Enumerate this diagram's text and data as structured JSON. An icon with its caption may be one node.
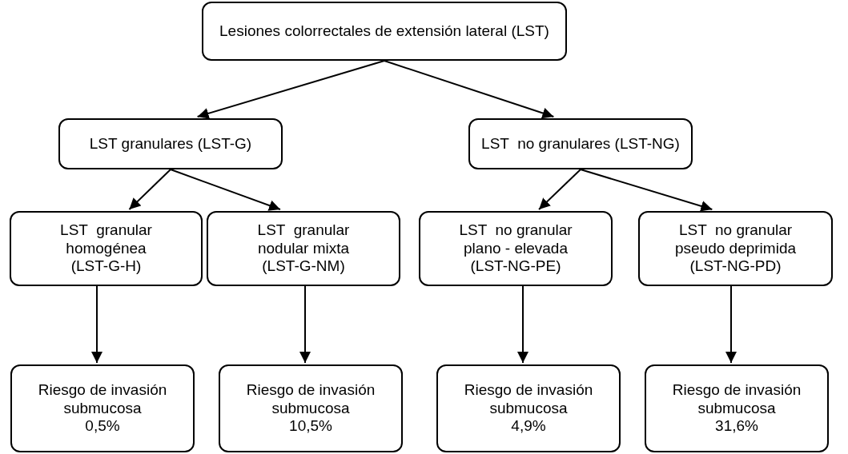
{
  "diagram": {
    "nodes": [
      {
        "text": [
          "Lesiones colorrectales de extensión lateral (LST)"
        ]
      },
      {
        "text": [
          "LST granulares (LST-G)"
        ]
      },
      {
        "text": [
          "LST  no granulares (LST-NG)"
        ]
      },
      {
        "text": [
          "LST  granular homogénea (LST-G-H)"
        ]
      },
      {
        "text": [
          "LST  granular nodular mixta (LST-G-NM)"
        ]
      },
      {
        "text": [
          "LST  no granular plano - elevada (LST-NG-PE)"
        ]
      },
      {
        "text": [
          "LST  no granular pseudo deprimida (LST-NG-PD)"
        ]
      },
      {
        "text": [
          "Riesgo de invasión submucosa",
          "0,5%"
        ]
      },
      {
        "text": [
          "Riesgo de invasión submucosa",
          "10,5%"
        ]
      },
      {
        "text": [
          "Riesgo de invasión submucosa",
          "4,9%"
        ]
      },
      {
        "text": [
          "Riesgo de invasión submucosa",
          "31,6%"
        ]
      }
    ],
    "edges": [
      {
        "from": 0,
        "to": 1,
        "arrow": "to"
      },
      {
        "from": 0,
        "to": 2,
        "arrow": "to"
      },
      {
        "from": 1,
        "to": 3,
        "arrow": "to"
      },
      {
        "from": 1,
        "to": 4,
        "arrow": "to"
      },
      {
        "from": 2,
        "to": 5,
        "arrow": "to"
      },
      {
        "from": 2,
        "to": 6,
        "arrow": "to"
      },
      {
        "from": 3,
        "to": 7,
        "arrow": "to"
      },
      {
        "from": 4,
        "to": 8,
        "arrow": "to"
      },
      {
        "from": 5,
        "to": 9,
        "arrow": "to"
      },
      {
        "from": 6,
        "to": 10,
        "arrow": "to"
      }
    ]
  }
}
